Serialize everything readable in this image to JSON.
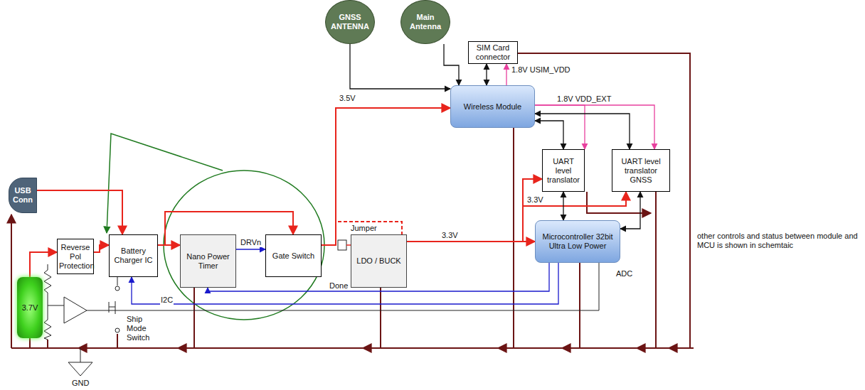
{
  "diagram": {
    "nodes": [
      {
        "text": [
          "GNSS ANTENNA"
        ]
      },
      {
        "text": [
          "Main Antenna"
        ]
      },
      {
        "text": [
          "SIM Card connector"
        ]
      },
      {
        "text": [
          "Wireless Module"
        ]
      },
      {
        "text": [
          "USB Conn"
        ]
      },
      {
        "text": [
          "3.7V"
        ]
      },
      {
        "text": [
          "Reverse Pol Protection"
        ]
      },
      {
        "text": [
          "Battery Charger IC"
        ]
      },
      {
        "text": [
          "Nano Power Timer"
        ]
      },
      {
        "text": [
          "Gate Switch"
        ]
      },
      {
        "text": [
          "LDO / BUCK"
        ]
      },
      {
        "text": [
          "UART level translator"
        ]
      },
      {
        "text": [
          "UART level translator GNSS"
        ]
      },
      {
        "text": [
          "Microcontroller 32bit Ultra Low Power"
        ]
      }
    ],
    "edges": [
      {
        "from": 0,
        "to": 3,
        "arrow": "to"
      },
      {
        "from": 1,
        "to": 3,
        "arrow": "to"
      },
      {
        "from": 2,
        "to": 3,
        "arrow": "both"
      },
      {
        "from": 3,
        "to": 2,
        "arrow": "to",
        "label": "1.8V USIM_VDD"
      },
      {
        "from": 4,
        "to": 7,
        "arrow": "to"
      },
      {
        "from": 5,
        "to": 6,
        "arrow": "to"
      },
      {
        "from": 6,
        "to": 7,
        "arrow": "to"
      },
      {
        "from": 7,
        "to": 8,
        "arrow": "to"
      },
      {
        "from": 7,
        "to": 9,
        "arrow": "to"
      },
      {
        "from": 8,
        "to": 9,
        "arrow": "to",
        "label": "DRVn"
      },
      {
        "from": 9,
        "to": 3,
        "arrow": "to",
        "label": "3.5V"
      },
      {
        "from": 9,
        "to": 10,
        "arrow": "none",
        "label": "Jumper"
      },
      {
        "from": 10,
        "to": 13,
        "arrow": "to",
        "label": "3.3V"
      },
      {
        "from": 10,
        "to": 11,
        "arrow": "to",
        "label": "3.3V"
      },
      {
        "from": 10,
        "to": 12,
        "arrow": "to"
      },
      {
        "from": 3,
        "to": 11,
        "arrow": "to",
        "label": "1.8V VDD_EXT"
      },
      {
        "from": 3,
        "to": 12,
        "arrow": "to"
      },
      {
        "from": 3,
        "to": 11,
        "arrow": "both"
      },
      {
        "from": 3,
        "to": 12,
        "arrow": "both"
      },
      {
        "from": 11,
        "to": 13,
        "arrow": "both"
      },
      {
        "from": 12,
        "to": 13,
        "arrow": "both"
      },
      {
        "from": 13,
        "to": 8,
        "arrow": "to",
        "label": "Done"
      },
      {
        "from": 13,
        "to": 7,
        "arrow": "to",
        "label": "I2C"
      }
    ],
    "labels": [
      "Ship Mode Switch",
      "ADC",
      "GND",
      "other controls and status between module and MCU is shown in schemtaic"
    ]
  }
}
